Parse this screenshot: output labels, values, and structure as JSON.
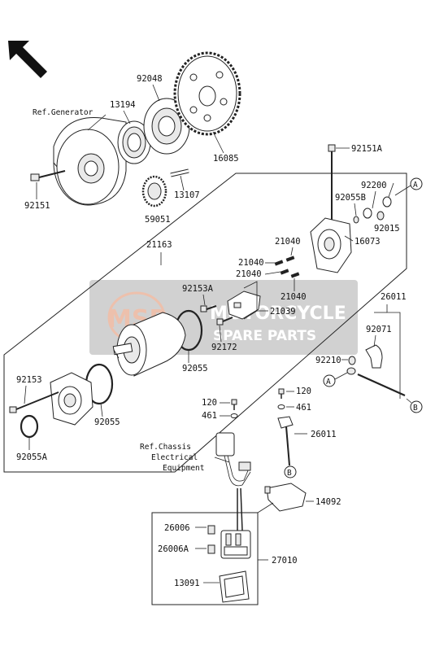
{
  "watermark": {
    "logo_text": "MSP",
    "line1": "MOTORCYCLE",
    "line2": "SPARE PARTS"
  },
  "refs": {
    "generator": "Ref.Generator",
    "chassis_line1": "Ref.Chassis",
    "chassis_line2": "Electrical",
    "chassis_line3": "Equipment"
  },
  "callouts": {
    "a": "A",
    "b": "B"
  },
  "parts": {
    "p92048": "92048",
    "p13194": "13194",
    "p16085": "16085",
    "p13107": "13107",
    "p59051": "59051",
    "p92151": "92151",
    "p92151a": "92151A",
    "p92200": "92200",
    "p92055b": "92055B",
    "p92015": "92015",
    "p16073": "16073",
    "p21163": "21163",
    "p21040_1": "21040",
    "p21040_2": "21040",
    "p21040_3": "21040",
    "p21040_4": "21040",
    "p92153a": "92153A",
    "p21039": "21039",
    "p92172": "92172",
    "p92055_1": "92055",
    "p92055_2": "92055",
    "p92153": "92153",
    "p92055a": "92055A",
    "p26011_1": "26011",
    "p26011_2": "26011",
    "p92071": "92071",
    "p92210": "92210",
    "p120_1": "120",
    "p120_2": "120",
    "p461_1": "461",
    "p461_2": "461",
    "p14092": "14092",
    "p26006": "26006",
    "p26006a": "26006A",
    "p27010": "27010",
    "p13091": "13091"
  }
}
